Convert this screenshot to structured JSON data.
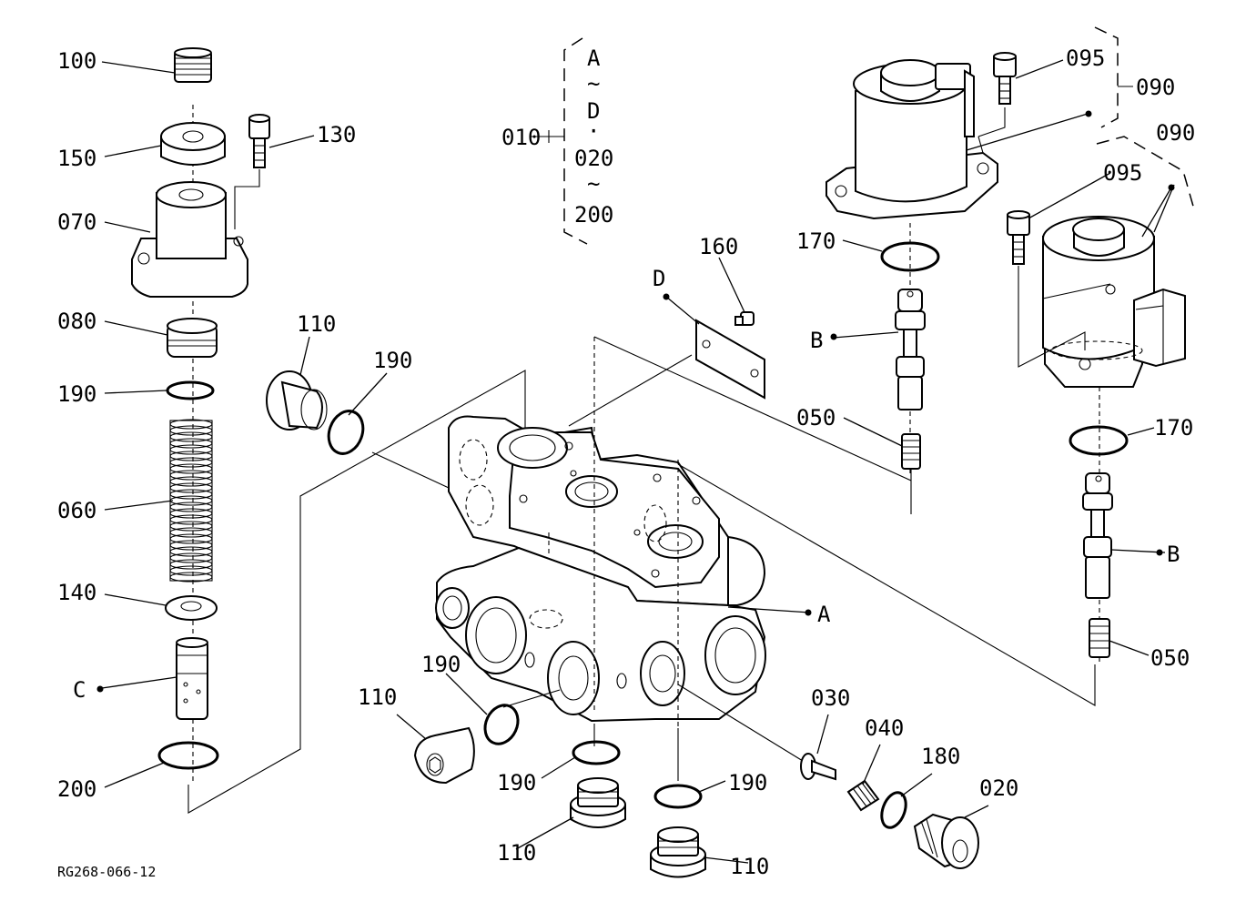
{
  "figure_code": "RG268-066-12",
  "labels": {
    "p100": "100",
    "p150": "150",
    "p130": "130",
    "p070": "070",
    "p080": "080",
    "p190_left": "190",
    "p060": "060",
    "p140": "140",
    "pC": "C",
    "p200": "200",
    "p110_top": "110",
    "p190_top": "190",
    "g_A": "A",
    "g_tilde1": "~",
    "g_D": "D",
    "g_dot": "·",
    "g_020": "020",
    "g_tilde2": "~",
    "g_200": "200",
    "p010": "010",
    "p160": "160",
    "pD": "D",
    "p095_top": "095",
    "p090_top": "090",
    "p090_right": "090",
    "p095_right": "095",
    "p170_top": "170",
    "pB_top": "B",
    "p050_top": "050",
    "p170_right": "170",
    "pB_right": "B",
    "p050_right": "050",
    "pA": "A",
    "p190_bl": "190",
    "p110_bl": "110",
    "p190_bc": "190",
    "p110_bc": "110",
    "p190_br": "190",
    "p110_br": "110",
    "p030": "030",
    "p040": "040",
    "p180": "180",
    "p020": "020"
  }
}
